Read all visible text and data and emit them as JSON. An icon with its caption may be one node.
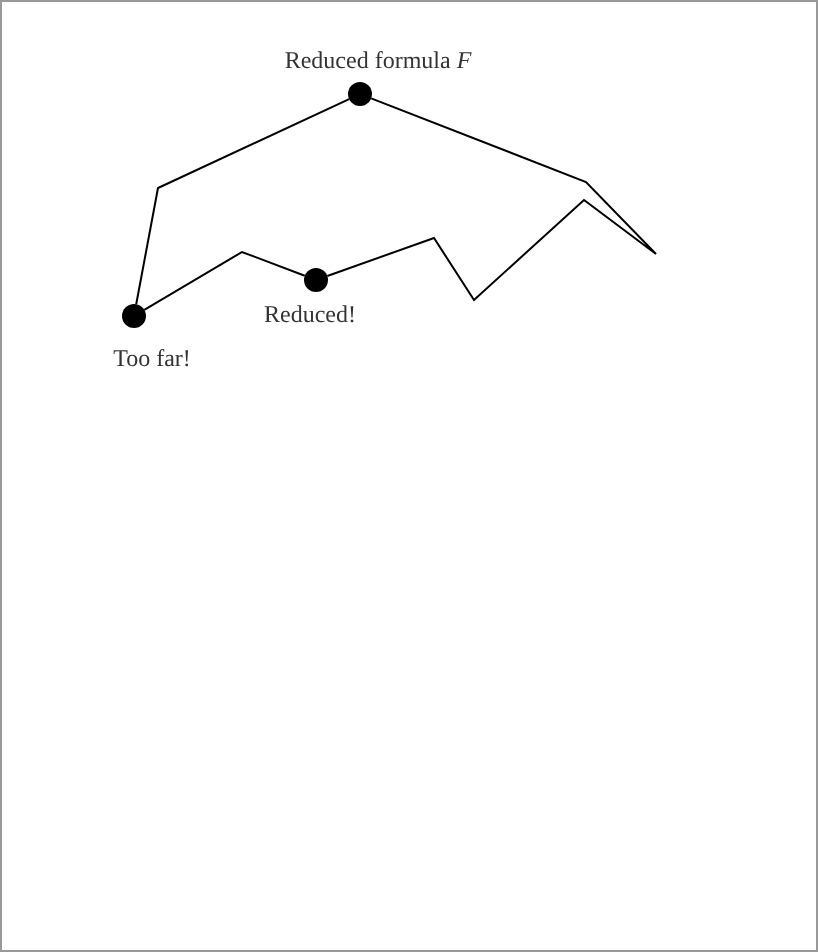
{
  "diagram": {
    "nodes": [
      {
        "text": [],
        "shape": "circle",
        "beside": [
          "Reduced formula *F*"
        ]
      },
      {
        "text": [],
        "shape": "circle",
        "beside": [
          "Reduced!"
        ]
      },
      {
        "text": [],
        "shape": "circle",
        "beside": [
          "Too far!"
        ]
      }
    ],
    "edges": [
      {
        "from": 0,
        "to": 2,
        "arrow": "none"
      },
      {
        "from": 0,
        "to": 1,
        "arrow": "none"
      },
      {
        "from": 1,
        "to": 2,
        "arrow": "none"
      }
    ]
  }
}
